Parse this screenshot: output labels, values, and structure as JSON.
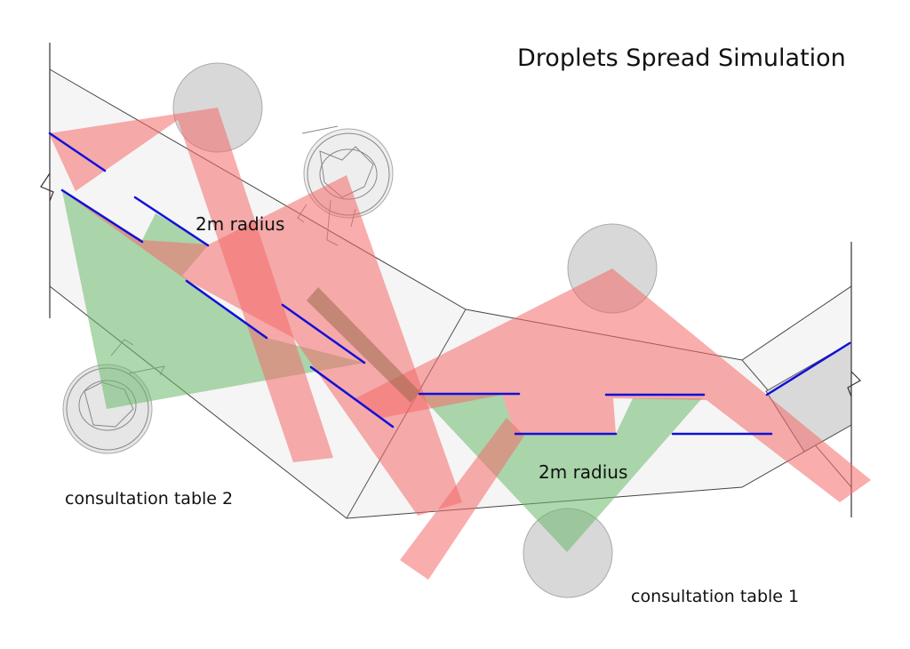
{
  "title": "Droplets Spread Simulation",
  "labels": {
    "radius_left": "2m radius",
    "radius_right": "2m radius",
    "table_2": "consultation table 2",
    "table_1": "consultation table 1"
  },
  "colors": {
    "floor": "#f5f5f5",
    "outline": "#444444",
    "screen": "#1010d8",
    "spread_red": "#f46a6a",
    "spread_green": "#6cb86c",
    "spread_brown": "#9a6a4a",
    "seat": "#c8c8c8",
    "door": "#d9d9d9"
  },
  "icons": [
    "person-top-view-icon",
    "wall-break-icon"
  ]
}
